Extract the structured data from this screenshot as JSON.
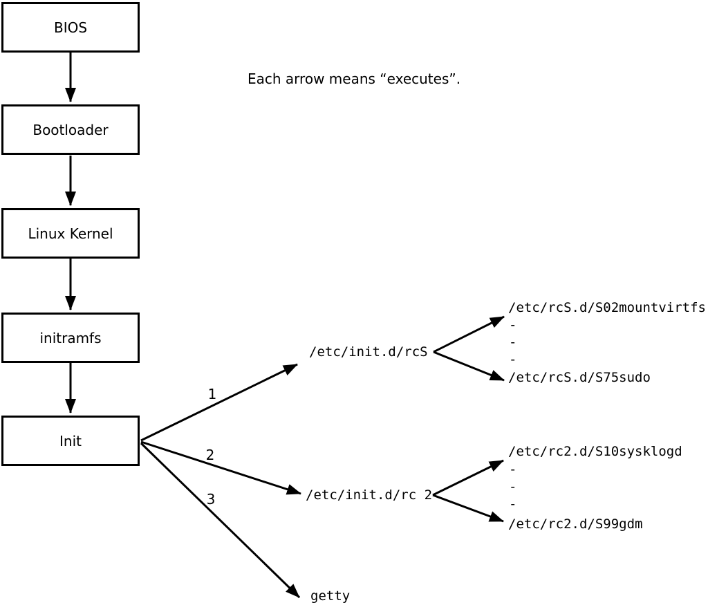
{
  "note": "Each arrow means “executes”.",
  "colors": {
    "line": "#000000",
    "background": "#ffffff"
  },
  "flow_boxes": [
    {
      "label": "BIOS"
    },
    {
      "label": "Bootloader"
    },
    {
      "label": "Linux Kernel"
    },
    {
      "label": "initramfs"
    },
    {
      "label": "Init"
    }
  ],
  "init_branches": [
    {
      "order": "1",
      "target": "/etc/init.d/rcS"
    },
    {
      "order": "2",
      "target": "/etc/init.d/rc 2"
    },
    {
      "order": "3",
      "target": "getty"
    }
  ],
  "rcS_scripts": {
    "first": "/etc/rcS.d/S02mountvirtfs",
    "dots": [
      "-",
      "-",
      "-"
    ],
    "last": "/etc/rcS.d/S75sudo"
  },
  "rc2_scripts": {
    "first": "/etc/rc2.d/S10sysklogd",
    "dots": [
      "-",
      "-",
      "-"
    ],
    "last": "/etc/rc2.d/S99gdm"
  }
}
